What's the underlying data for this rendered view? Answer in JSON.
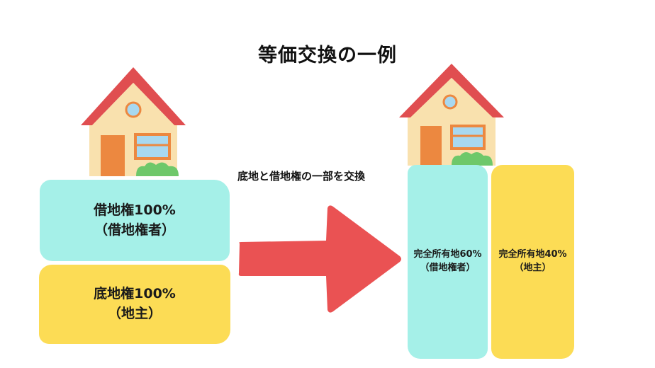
{
  "title": "等価交換の一例",
  "caption": "底地と借地権の一部を交換",
  "before": {
    "top_block": {
      "line1": "借地権100%",
      "line2": "（借地権者）"
    },
    "bottom_block": {
      "line1": "底地権100%",
      "line2": "（地主）"
    }
  },
  "after": {
    "left_block": {
      "line1": "完全所有地60%",
      "line2": "（借地権者）"
    },
    "right_block": {
      "line1": "完全所有地40%",
      "line2": "（地主）"
    }
  },
  "colors": {
    "leasehold": "#a5f0e8",
    "landowner": "#fcdc55",
    "arrow": "#ea5253",
    "roof": "#e04e50",
    "wall": "#f9e1ae",
    "door": "#ec8840",
    "window": "#a8d8f0",
    "bush": "#6ec86a"
  },
  "icons": [
    "house-icon",
    "arrow-right-icon",
    "house-icon"
  ]
}
